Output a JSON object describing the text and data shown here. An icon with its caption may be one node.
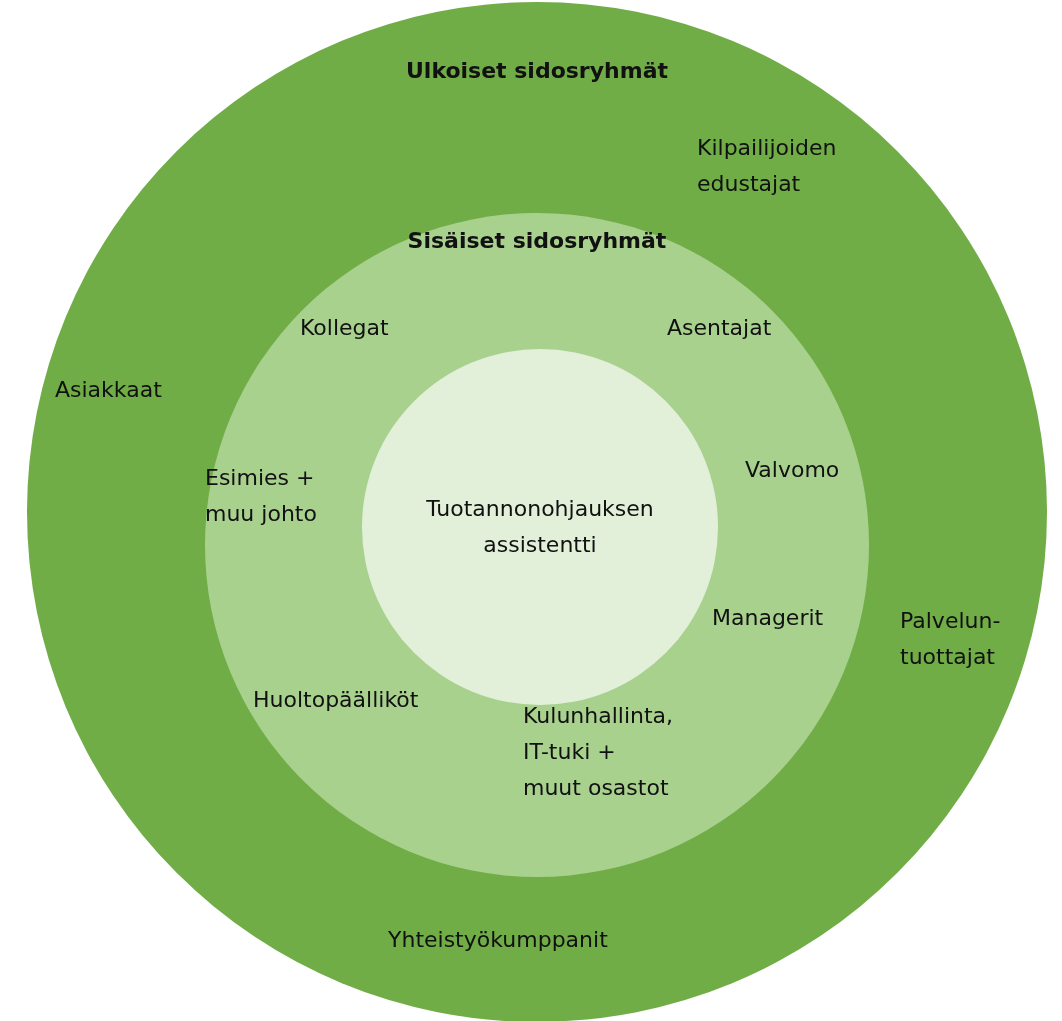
{
  "diagram": {
    "nodes": [
      {
        "text": [
          "Ulkoiset sidosryhmät"
        ]
      },
      {
        "text": [
          "Sisäiset sidosryhmät"
        ],
        "in": 0
      },
      {
        "text": [
          "Tuotannonohjauksen assistentti"
        ],
        "in": 1
      }
    ],
    "edges": [],
    "labels": [
      "Kilpailijoiden edustajat",
      "Kollegat",
      "Asentajat",
      "Asiakkaat",
      "Esimies + muu johto",
      "Valvomo",
      "Managerit",
      "Palvelun-tuottajat",
      "Huoltopäälliköt",
      "Kulunhallinta, IT-tuki + muut osastot",
      "Yhteistyökumppanit"
    ]
  }
}
